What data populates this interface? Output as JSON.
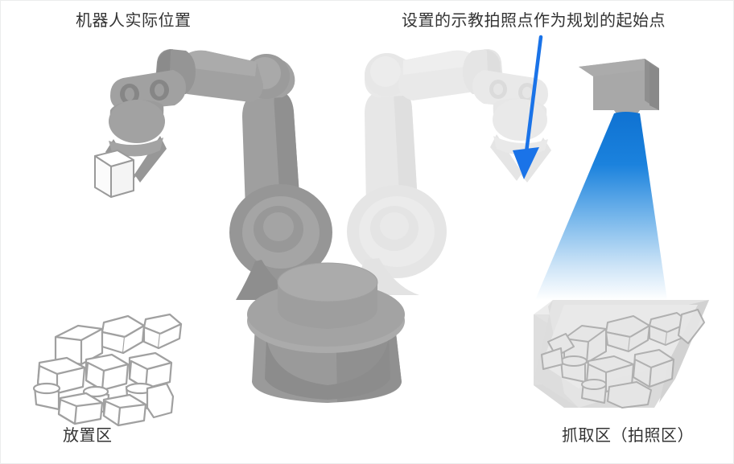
{
  "diagram": {
    "title_labels": {
      "actual_pose": "机器人实际位置",
      "taught_point": "设置的示教拍照点作为规划的起始点",
      "place_zone": "放置区",
      "pick_zone": "抓取区（拍照区）"
    },
    "colors": {
      "background": "#ffffff",
      "border": "#eceded",
      "text": "#333333",
      "arrow_blue": "#1a73e8",
      "light_cone_top": "#1277d4",
      "light_cone_bottom": "#ffffff",
      "robot_dark_fill": "#9c9c9c",
      "robot_dark_shade": "#8a8a8a",
      "robot_dark_light": "#b0b0b0",
      "robot_ghost_fill": "#dcdcdc",
      "robot_ghost_shade": "#d0d0d0",
      "camera_front": "#a8a8a8",
      "camera_top": "#bdbdbd",
      "camera_side": "#8f8f8f",
      "bin_fill": "#e2e2e2",
      "bin_side": "#d3d3d3",
      "bin_top": "#ececec",
      "part_outline": "#9a9a9a",
      "part_fill_white": "#ffffff"
    },
    "elements": {
      "robot_actual": "robot-arm-actual-pose",
      "robot_ghost": "robot-arm-taught-pose",
      "camera": "overhead-camera",
      "light_cone": "camera-field-of-view-cone",
      "arrow": "pointer-arrow-to-taught-point",
      "parts_pile": "parts-pile-place-zone",
      "bin": "parts-bin-pick-zone",
      "held_part": "gripped-box-part"
    },
    "counts": {
      "robot_poses": 2,
      "zones": 2
    }
  }
}
